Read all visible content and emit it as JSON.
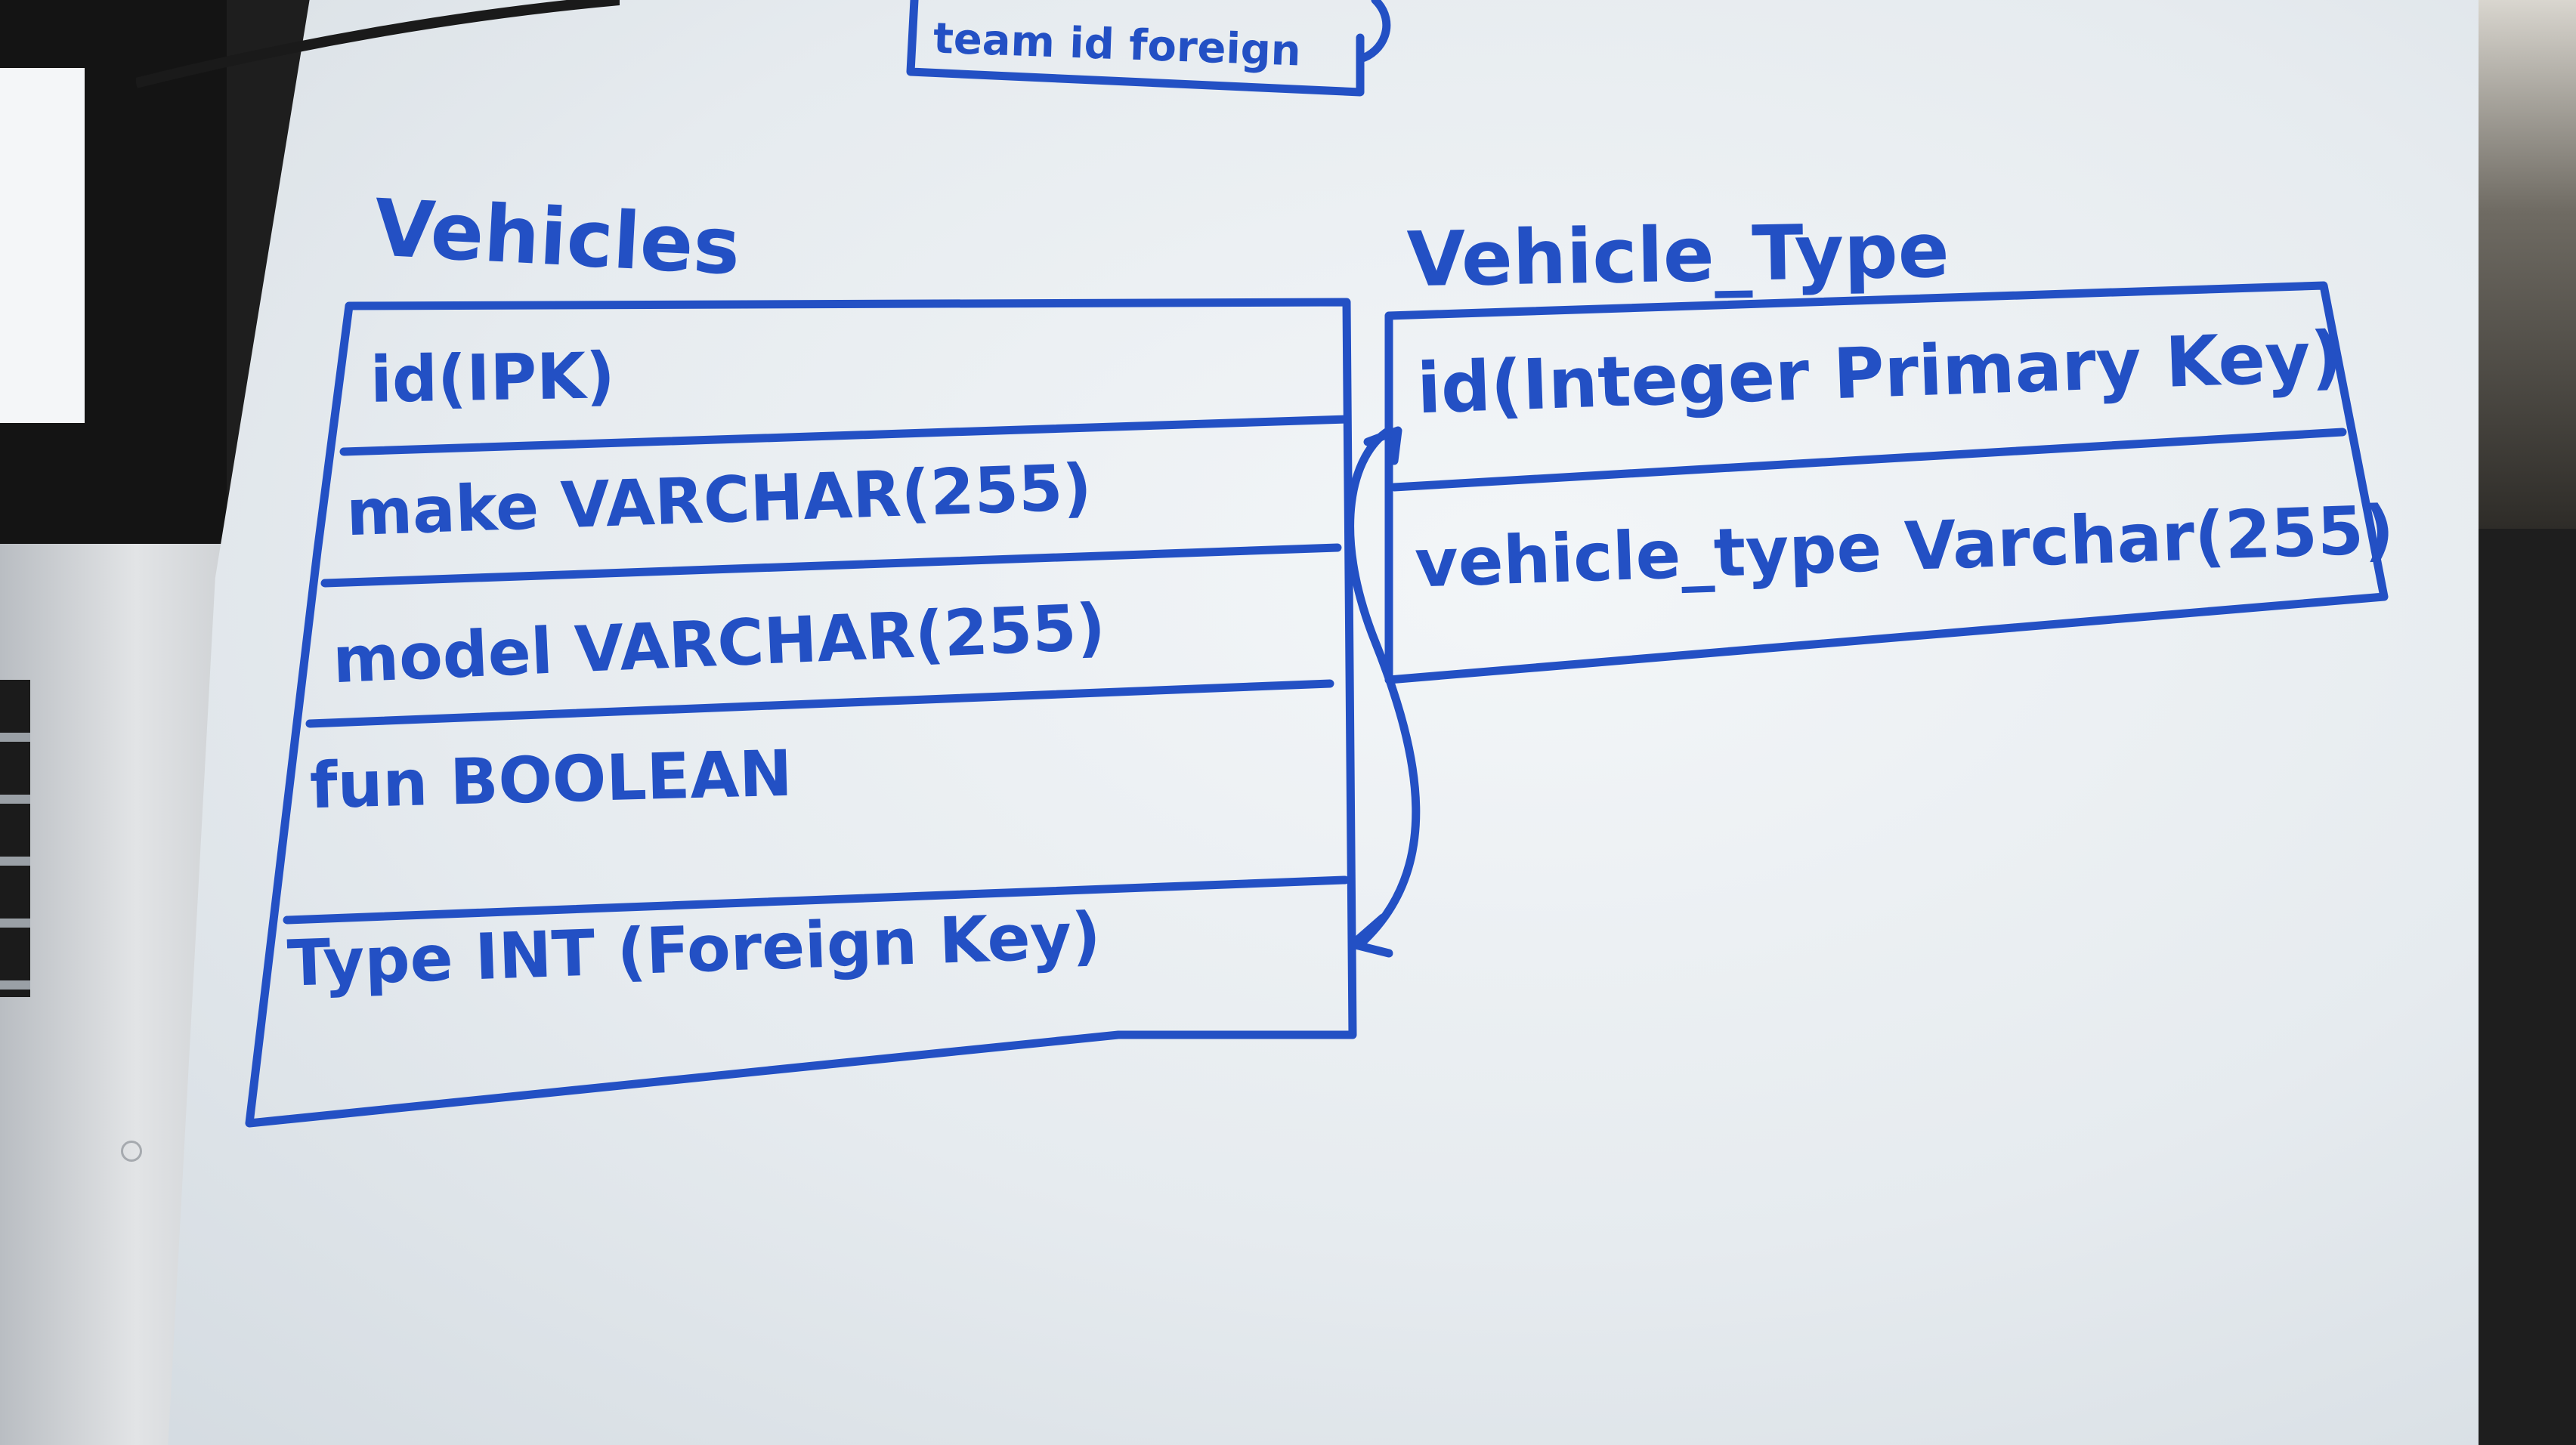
{
  "top_fragment": {
    "text": "team id foreign"
  },
  "vehicles_table": {
    "title": "Vehicles",
    "rows": [
      "id(IPK)",
      "make VARCHAR(255)",
      "model VARCHAR(255)",
      "fun BOOLEAN",
      "Type INT (Foreign Key)"
    ]
  },
  "vehicle_type_table": {
    "title": "Vehicle_Type",
    "rows": [
      "id(Integer Primary Key)",
      "vehicle_type Varchar(255)"
    ]
  },
  "colors": {
    "ink": "#2350c4",
    "whiteboard": "#eef2f5"
  }
}
